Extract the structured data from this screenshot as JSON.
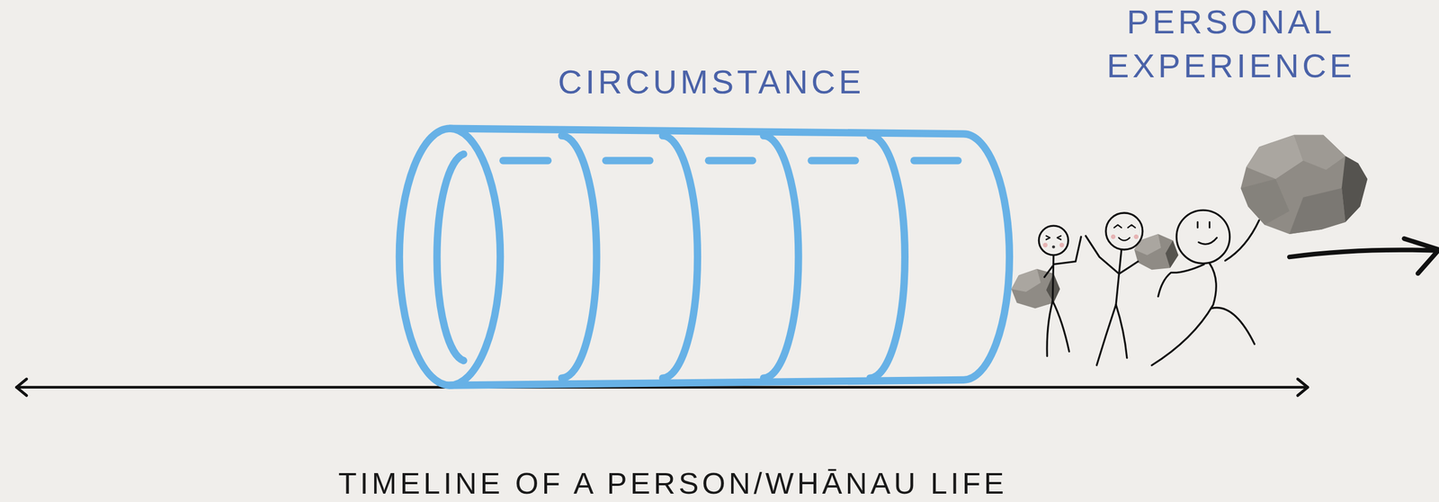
{
  "diagram": {
    "nodes": [
      {
        "text": [
          "CIRCUMSTANCE"
        ]
      }
    ],
    "labels": [
      "PERSONAL EXPERIENCE",
      "TIMELINE OF A PERSON/WHĀNAU LIFE"
    ]
  }
}
